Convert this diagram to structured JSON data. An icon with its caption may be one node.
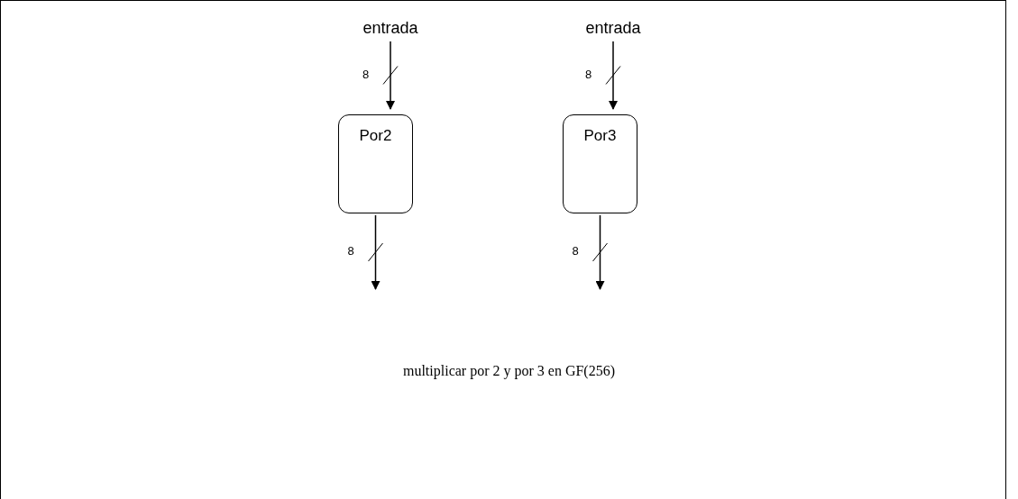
{
  "diagram": {
    "caption": "multiplicar por 2 y por 3 en GF(256)",
    "nodes": [
      {
        "text": [
          "entrada"
        ]
      },
      {
        "text": [
          "Por2"
        ]
      },
      {
        "text": [
          "entrada"
        ]
      },
      {
        "text": [
          "Por3"
        ]
      }
    ],
    "edges": [
      {
        "from": 0,
        "to": 1,
        "arrow": "to",
        "label": "8"
      },
      {
        "from": 1,
        "to": null,
        "arrow": "to",
        "label": "8"
      },
      {
        "from": 2,
        "to": 3,
        "arrow": "to",
        "label": "8"
      },
      {
        "from": 3,
        "to": null,
        "arrow": "to",
        "label": "8"
      }
    ]
  }
}
